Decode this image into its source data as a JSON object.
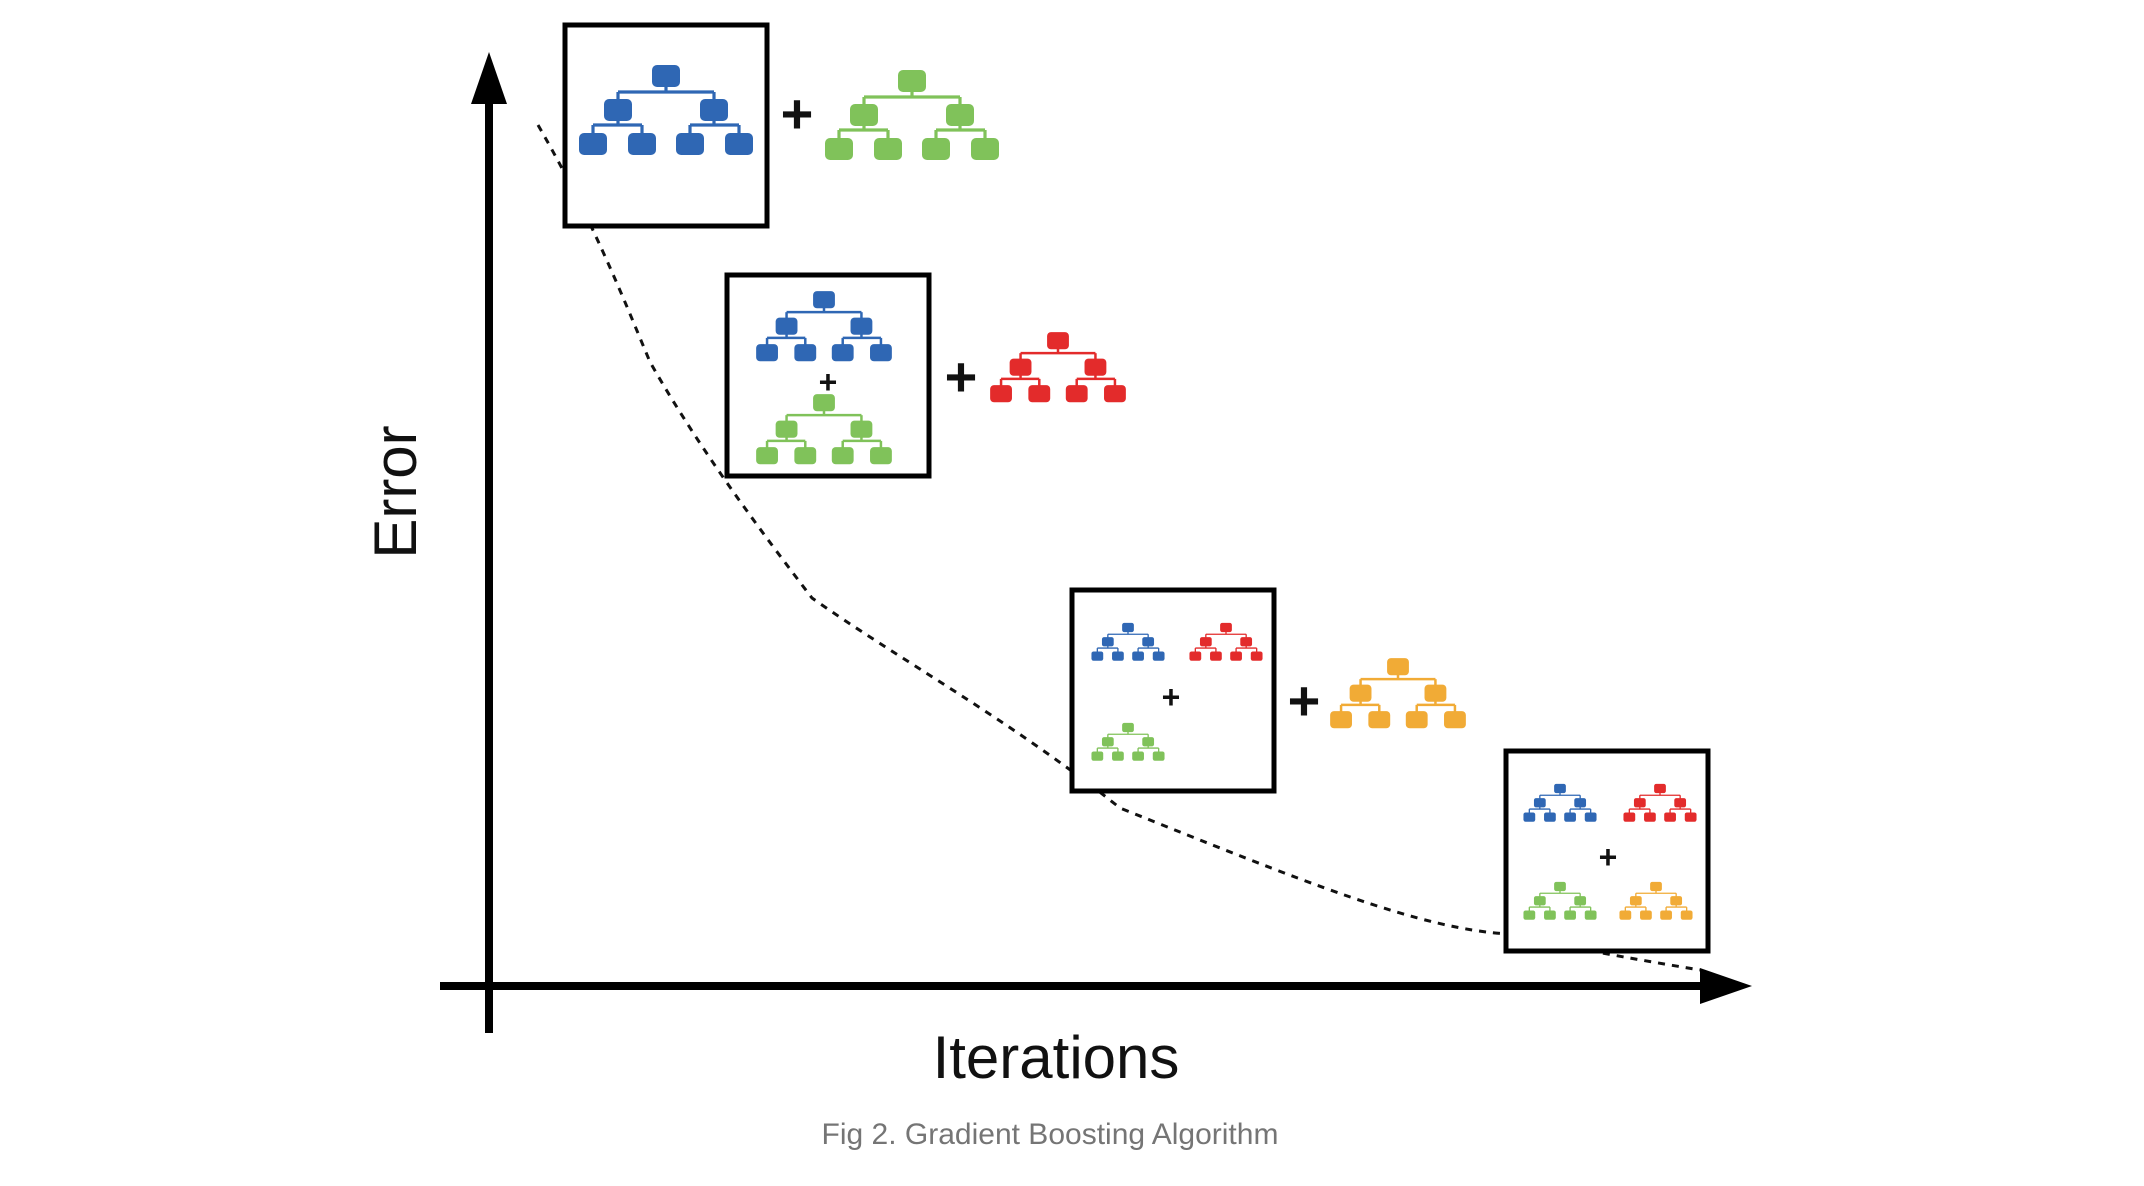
{
  "figure": {
    "ylabel": "Error",
    "xlabel": "Iterations",
    "caption": "Fig 2. Gradient Boosting Algorithm",
    "plus_symbol": "+",
    "colors": {
      "axis": "#000000",
      "curve": "#111111",
      "tree_blue": "#2f67b4",
      "tree_green": "#80c25a",
      "tree_red": "#e32b2b",
      "tree_orange": "#f1ab36",
      "caption": "#757575"
    },
    "stages": [
      {
        "ensemble": [
          "tree_blue"
        ],
        "added_tree": "tree_green"
      },
      {
        "ensemble": [
          "tree_blue",
          "tree_green"
        ],
        "added_tree": "tree_red"
      },
      {
        "ensemble": [
          "tree_blue",
          "tree_red",
          "tree_green"
        ],
        "added_tree": "tree_orange"
      },
      {
        "ensemble": [
          "tree_blue",
          "tree_red",
          "tree_green",
          "tree_orange"
        ],
        "added_tree": null
      }
    ]
  }
}
